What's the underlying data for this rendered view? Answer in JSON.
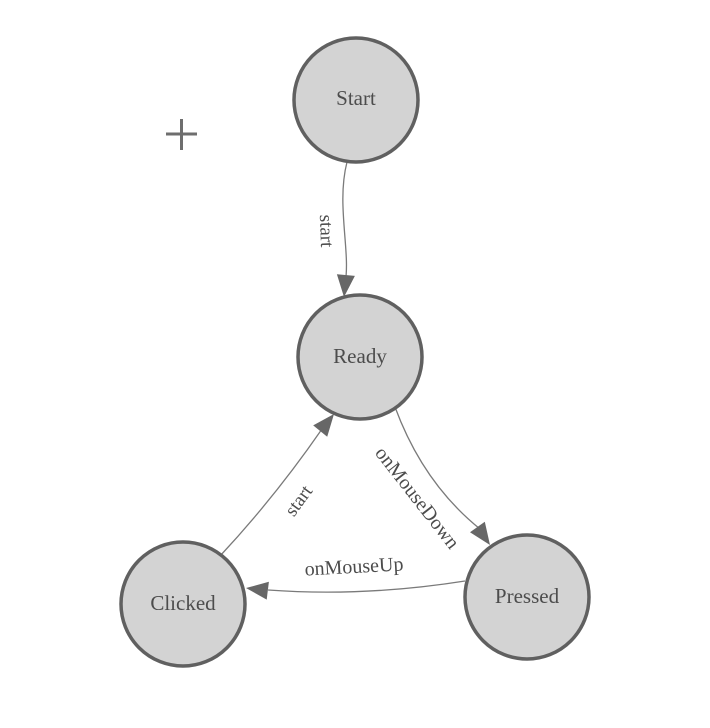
{
  "title": "Mouse interaction state machine diagram",
  "colors": {
    "canvas_background": "#ffffff",
    "node_fill": "#d3d3d3",
    "node_stroke": "#606060",
    "edge_stroke": "#7a7a7a",
    "arrow_fill": "#676767",
    "label_text": "#4c4c4c",
    "marker_color": "#6e6e6e"
  },
  "diagram": {
    "type": "state-diagram",
    "nodes": [
      {
        "id": "start",
        "label": "Start"
      },
      {
        "id": "ready",
        "label": "Ready"
      },
      {
        "id": "clicked",
        "label": "Clicked"
      },
      {
        "id": "pressed",
        "label": "Pressed"
      }
    ],
    "edges": [
      {
        "from": "Start",
        "to": "Ready",
        "label": "start"
      },
      {
        "from": "Ready",
        "to": "Pressed",
        "label": "onMouseDown"
      },
      {
        "from": "Pressed",
        "to": "Clicked",
        "label": "onMouseUp"
      },
      {
        "from": "Clicked",
        "to": "Ready",
        "label": "start"
      }
    ],
    "cursor_marker": "plus"
  }
}
